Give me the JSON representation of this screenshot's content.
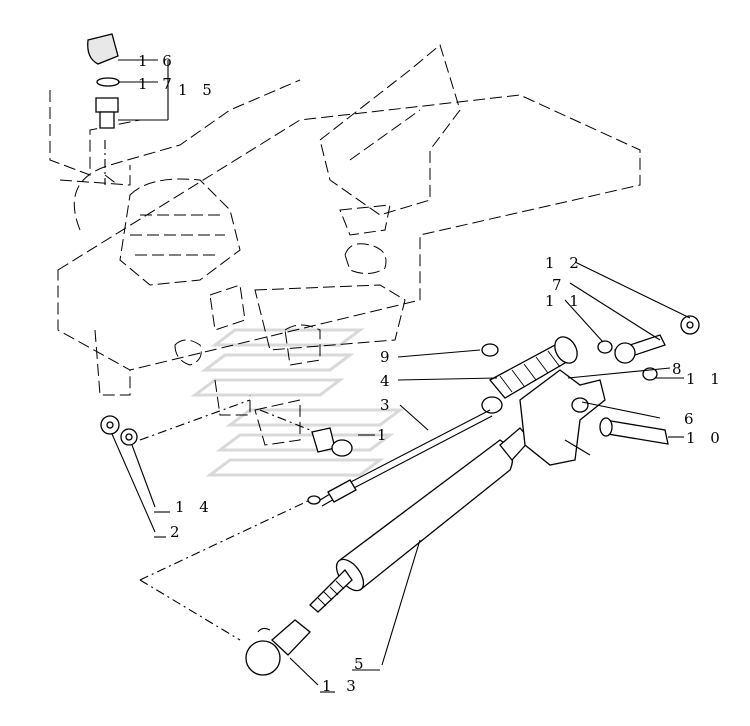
{
  "callouts": [
    {
      "id": "c16",
      "label": "1 6"
    },
    {
      "id": "c17",
      "label": "1 7"
    },
    {
      "id": "c15",
      "label": "1 5"
    },
    {
      "id": "c12",
      "label": "1 2"
    },
    {
      "id": "c7",
      "label": "7"
    },
    {
      "id": "c11a",
      "label": "1 1"
    },
    {
      "id": "c9",
      "label": "9"
    },
    {
      "id": "c11b",
      "label": "1 1"
    },
    {
      "id": "c4",
      "label": "4"
    },
    {
      "id": "c8",
      "label": "8"
    },
    {
      "id": "c3",
      "label": "3"
    },
    {
      "id": "c6",
      "label": "6"
    },
    {
      "id": "c1",
      "label": "1"
    },
    {
      "id": "c10",
      "label": "1 0"
    },
    {
      "id": "c14",
      "label": "1 4"
    },
    {
      "id": "c2",
      "label": "2"
    },
    {
      "id": "c5",
      "label": "5"
    },
    {
      "id": "c13",
      "label": "1 3"
    }
  ]
}
